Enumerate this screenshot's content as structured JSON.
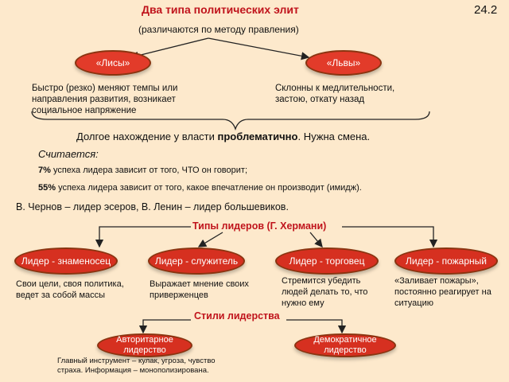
{
  "slide_number": "24.2",
  "header": {
    "title": "Два типа политических элит",
    "subtitle": "(различаются по методу правления)"
  },
  "elite_types": [
    {
      "label": "«Лисы»",
      "description": "Быстро (резко) меняют темпы или направления развития, возникает социальное напряжение"
    },
    {
      "label": "«Львы»",
      "description": "Склонны к медлительности, застою, откату назад"
    }
  ],
  "conclusion": {
    "prefix": "Долгое нахождение у власти ",
    "bold": "проблематично",
    "suffix": ". Нужна смена."
  },
  "considered": {
    "heading": "Считается:",
    "items": [
      {
        "percent": "7%",
        "text": " успеха лидера зависит от того, ЧТО он говорит;"
      },
      {
        "percent": "55%",
        "text": " успеха лидера зависит от того, какое впечатление он производит (имидж)."
      }
    ]
  },
  "example": "В. Чернов – лидер эсеров, В. Ленин – лидер большевиков.",
  "leader_types": {
    "title": "Типы лидеров (Г. Хермани)",
    "items": [
      {
        "label": "Лидер - знаменосец",
        "description": "Свои цели, своя политика, ведет за собой массы"
      },
      {
        "label": "Лидер - служитель",
        "description": "Выражает мнение своих приверженцев"
      },
      {
        "label": "Лидер - торговец",
        "description": "Стремится убедить людей делать то, что нужно ему"
      },
      {
        "label": "Лидер - пожарный",
        "description": "«Заливает пожары», постоянно реагирует на ситуацию"
      }
    ]
  },
  "leadership_styles": {
    "title": "Стили лидерства",
    "items": [
      {
        "label": "Авторитарное лидерство"
      },
      {
        "label": "Демократичное лидерство"
      }
    ],
    "footnote": "Главный инструмент – кулак, угроза, чувство страха. Информация – монополизирована."
  },
  "colors": {
    "background": "#fde9cc",
    "accent_red": "#c0141c",
    "pill_fill": "#e23b2a",
    "bracket": "#222222"
  }
}
